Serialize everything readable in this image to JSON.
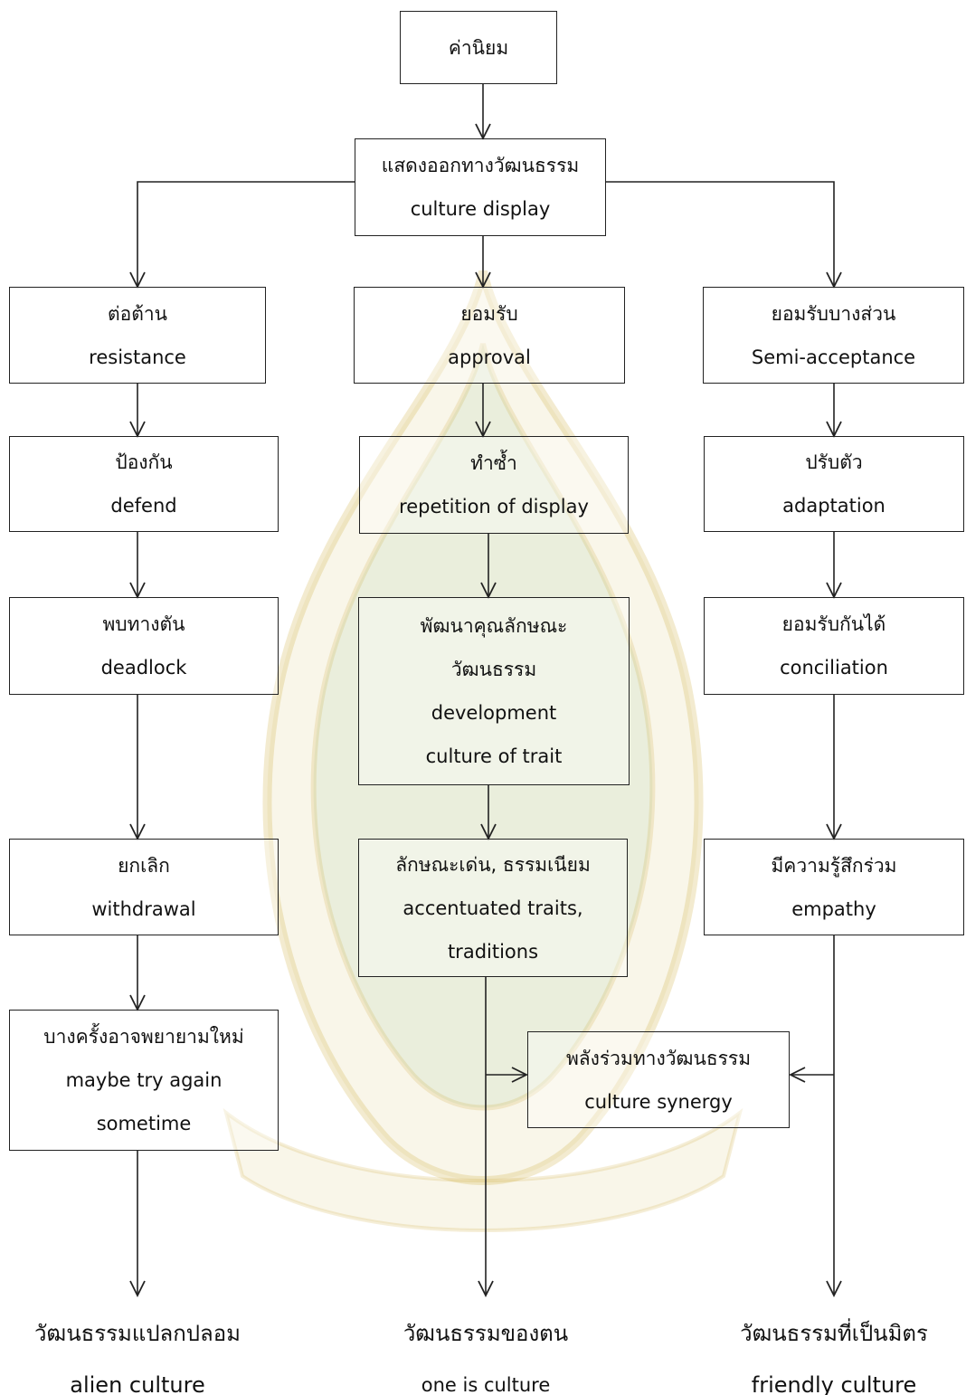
{
  "nodes": {
    "values": {
      "th": "ค่านิยม"
    },
    "display": {
      "th": "แสดงออกทางวัฒนธรรม",
      "en": "culture display"
    },
    "resistance": {
      "th": "ต่อต้าน",
      "en": "resistance"
    },
    "approval": {
      "th": "ยอมรับ",
      "en": "approval"
    },
    "semi": {
      "th": "ยอมรับบางส่วน",
      "en": "Semi-acceptance"
    },
    "defend": {
      "th": "ป้องกัน",
      "en": "defend"
    },
    "repetition": {
      "th": "ทำซ้ำ",
      "en": "repetition of display"
    },
    "adaptation": {
      "th": "ปรับตัว",
      "en": "adaptation"
    },
    "deadlock": {
      "th": "พบทางตัน",
      "en": "deadlock"
    },
    "development": {
      "th1": "พัฒนาคุณลักษณะ",
      "th2": "วัฒนธรรม",
      "en1": "development",
      "en2": "culture of trait"
    },
    "conciliation": {
      "th": "ยอมรับกันได้",
      "en": "conciliation"
    },
    "withdrawal": {
      "th": "ยกเลิก",
      "en": "withdrawal"
    },
    "traits": {
      "th": "ลักษณะเด่น, ธรรมเนียม",
      "en1": "accentuated traits,",
      "en2": "traditions"
    },
    "empathy": {
      "th": "มีความรู้สึกร่วม",
      "en": "empathy"
    },
    "tryagain": {
      "th": "บางครั้งอาจพยายามใหม่",
      "en1": "maybe try again",
      "en2": "sometime"
    },
    "synergy": {
      "th": "พลังร่วมทางวัฒนธรรม",
      "en": "culture synergy"
    }
  },
  "outcomes": {
    "alien": {
      "th": "วัฒนธรรมแปลกปลอม",
      "en": "alien culture"
    },
    "own": {
      "th": "วัฒนธรรมของตน",
      "en": "one is culture"
    },
    "friendly": {
      "th": "วัฒนธรรมที่เป็นมิตร",
      "en": "friendly culture"
    }
  },
  "colors": {
    "line": "#222222",
    "watermark": "#c9a227",
    "watermark_green": "#2f8a3a"
  }
}
